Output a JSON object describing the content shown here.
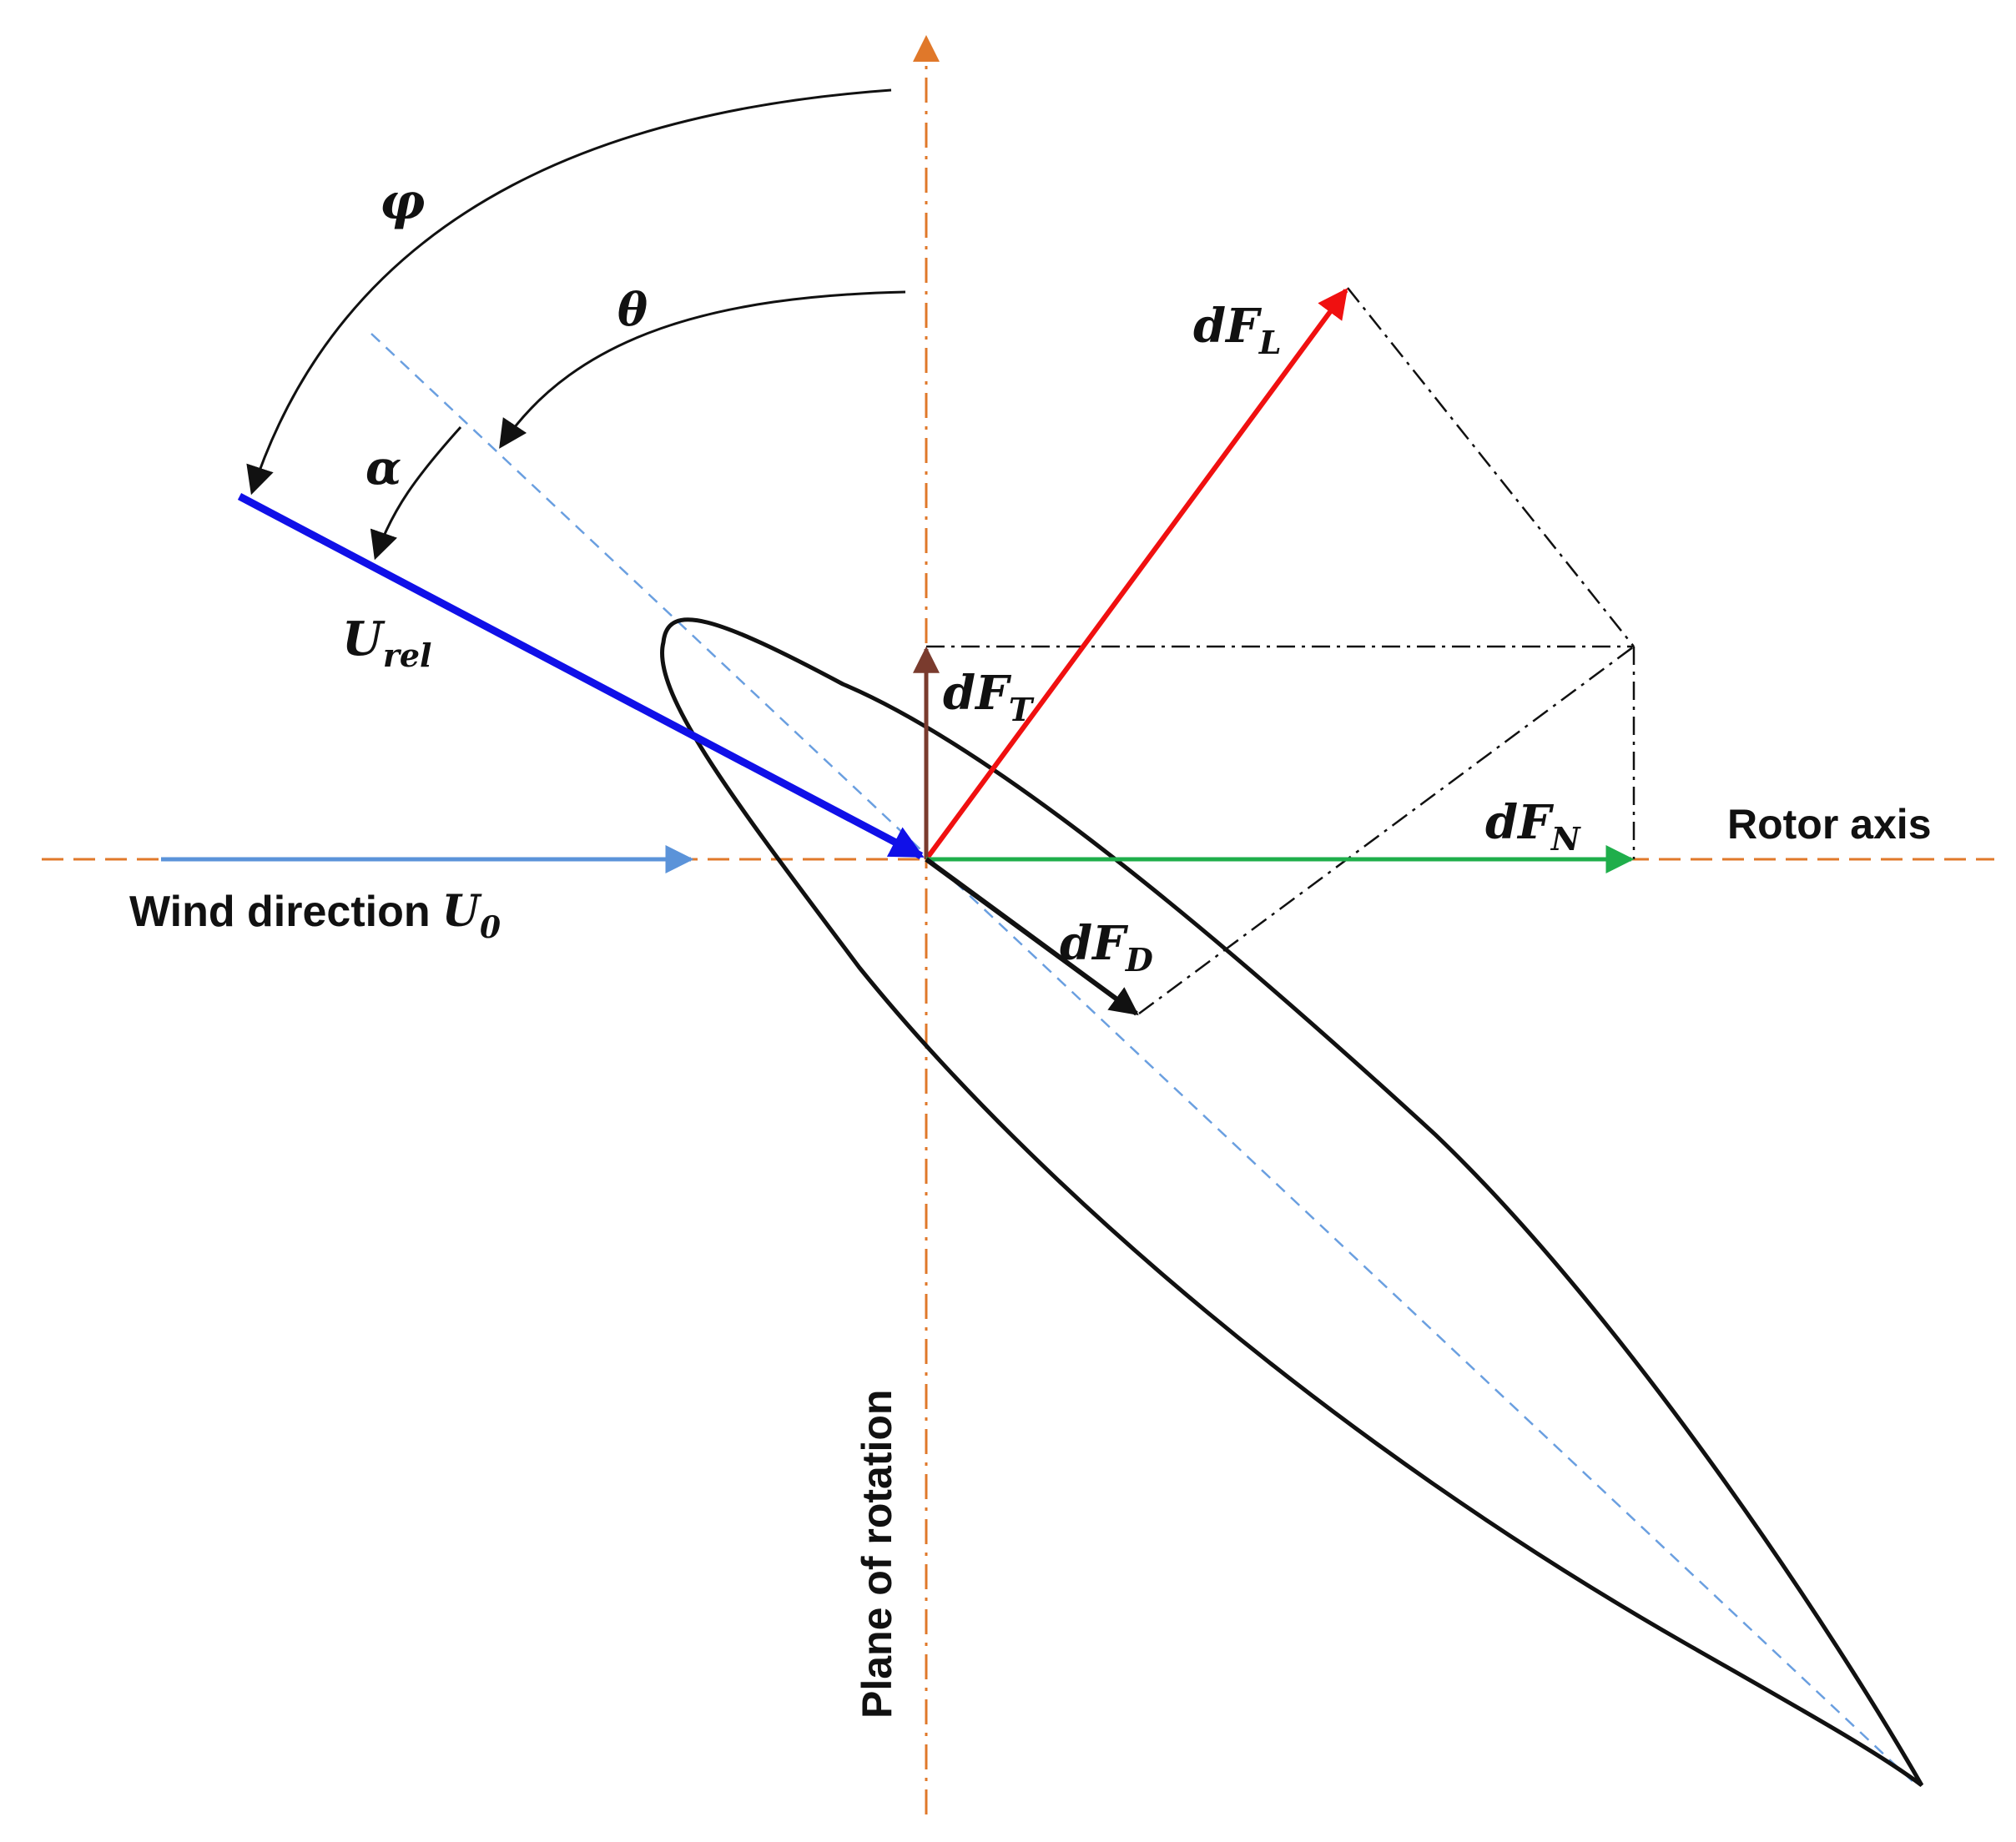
{
  "labels": {
    "wind_direction": "Wind direction",
    "wind_symbol": "U",
    "wind_subscript": "0",
    "rotor_axis": "Rotor axis",
    "plane_of_rotation": "Plane of rotation",
    "phi": "φ",
    "theta": "θ",
    "alpha": "α",
    "urel_symbol": "U",
    "urel_subscript": "rel",
    "dfl_symbol": "dF",
    "dfl_subscript": "L",
    "dft_symbol": "dF",
    "dft_subscript": "T",
    "dfn_symbol": "dF",
    "dfn_subscript": "N",
    "dfd_symbol": "dF",
    "dfd_subscript": "D"
  },
  "colors": {
    "axis_orange": "#E0782A",
    "chord_blue": "#6A9FE0",
    "wind_arrow": "#5B93D9",
    "urel": "#1010E8",
    "lift": "#F01010",
    "thrust": "#7A3B2E",
    "normal": "#1FAE4B",
    "drag": "#000000",
    "outline": "#111111"
  }
}
